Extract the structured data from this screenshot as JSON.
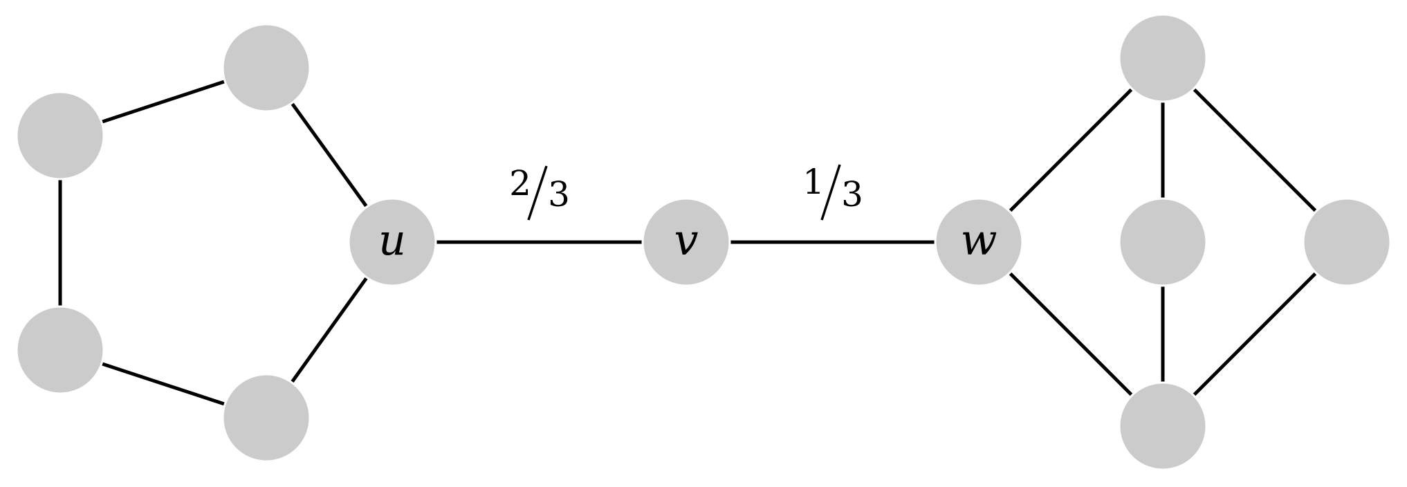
{
  "colors": {
    "node_fill": "#cbcbcb",
    "edge": "#000000",
    "background": "#ffffff"
  },
  "nodes": [
    {
      "id": "u",
      "label": "u"
    },
    {
      "id": "v",
      "label": "v"
    },
    {
      "id": "w",
      "label": "w"
    }
  ],
  "edge_labels": [
    {
      "between": "u-v",
      "numerator": "2",
      "denominator": "3"
    },
    {
      "between": "v-w",
      "numerator": "1",
      "denominator": "3"
    }
  ]
}
